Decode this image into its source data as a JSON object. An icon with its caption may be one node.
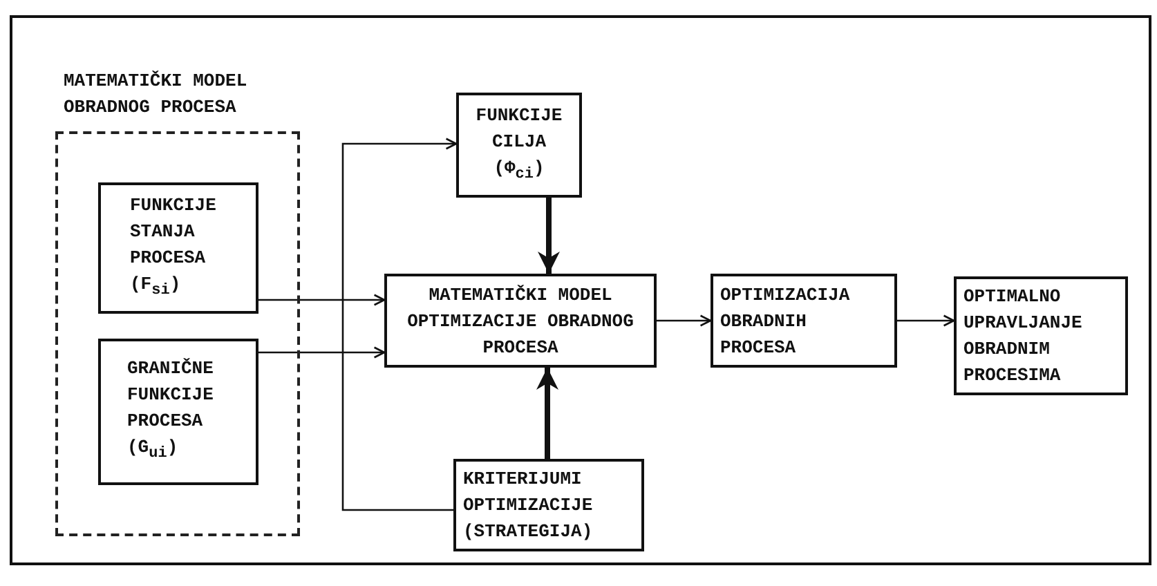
{
  "diagram": {
    "nodes": [
      {
        "text": [
          "MATEMATIČKI MODEL OBRADNOG PROCESA"
        ]
      },
      {
        "text": [
          "FUNKCIJE STANJA PROCESA (F$_{si}$)"
        ],
        "in": 0
      },
      {
        "text": [
          "GRANIČNE FUNKCIJE PROCESA (G$_{ui}$)"
        ],
        "in": 0
      },
      {
        "text": [
          "FUNKCIJE CILJA (Φ$_{ci}$)"
        ]
      },
      {
        "text": [
          "MATEMATIČKI MODEL OPTIMIZACIJE OBRADNOG PROCESA"
        ]
      },
      {
        "text": [
          "KRITERIJUMI OPTIMIZACIJE (STRATEGIJA)"
        ]
      },
      {
        "text": [
          "OPTIMIZACIJA OBRADNIH PROCESA"
        ]
      },
      {
        "text": [
          "OPTIMALNO UPRAVLJANJE OBRADNIM PROCESIMA"
        ]
      }
    ],
    "edges": [
      {
        "from": 1,
        "to": 4,
        "arrow": "to"
      },
      {
        "from": 2,
        "to": 4,
        "arrow": "to"
      },
      {
        "from": 3,
        "to": 4,
        "arrow": "to",
        "style": "thick"
      },
      {
        "from": 5,
        "to": 4,
        "arrow": "to",
        "style": "thick"
      },
      {
        "from": 4,
        "to": 6,
        "arrow": "to"
      },
      {
        "from": 6,
        "to": 7,
        "arrow": "to"
      },
      {
        "from": 5,
        "to": 3,
        "arrow": "to"
      }
    ]
  }
}
